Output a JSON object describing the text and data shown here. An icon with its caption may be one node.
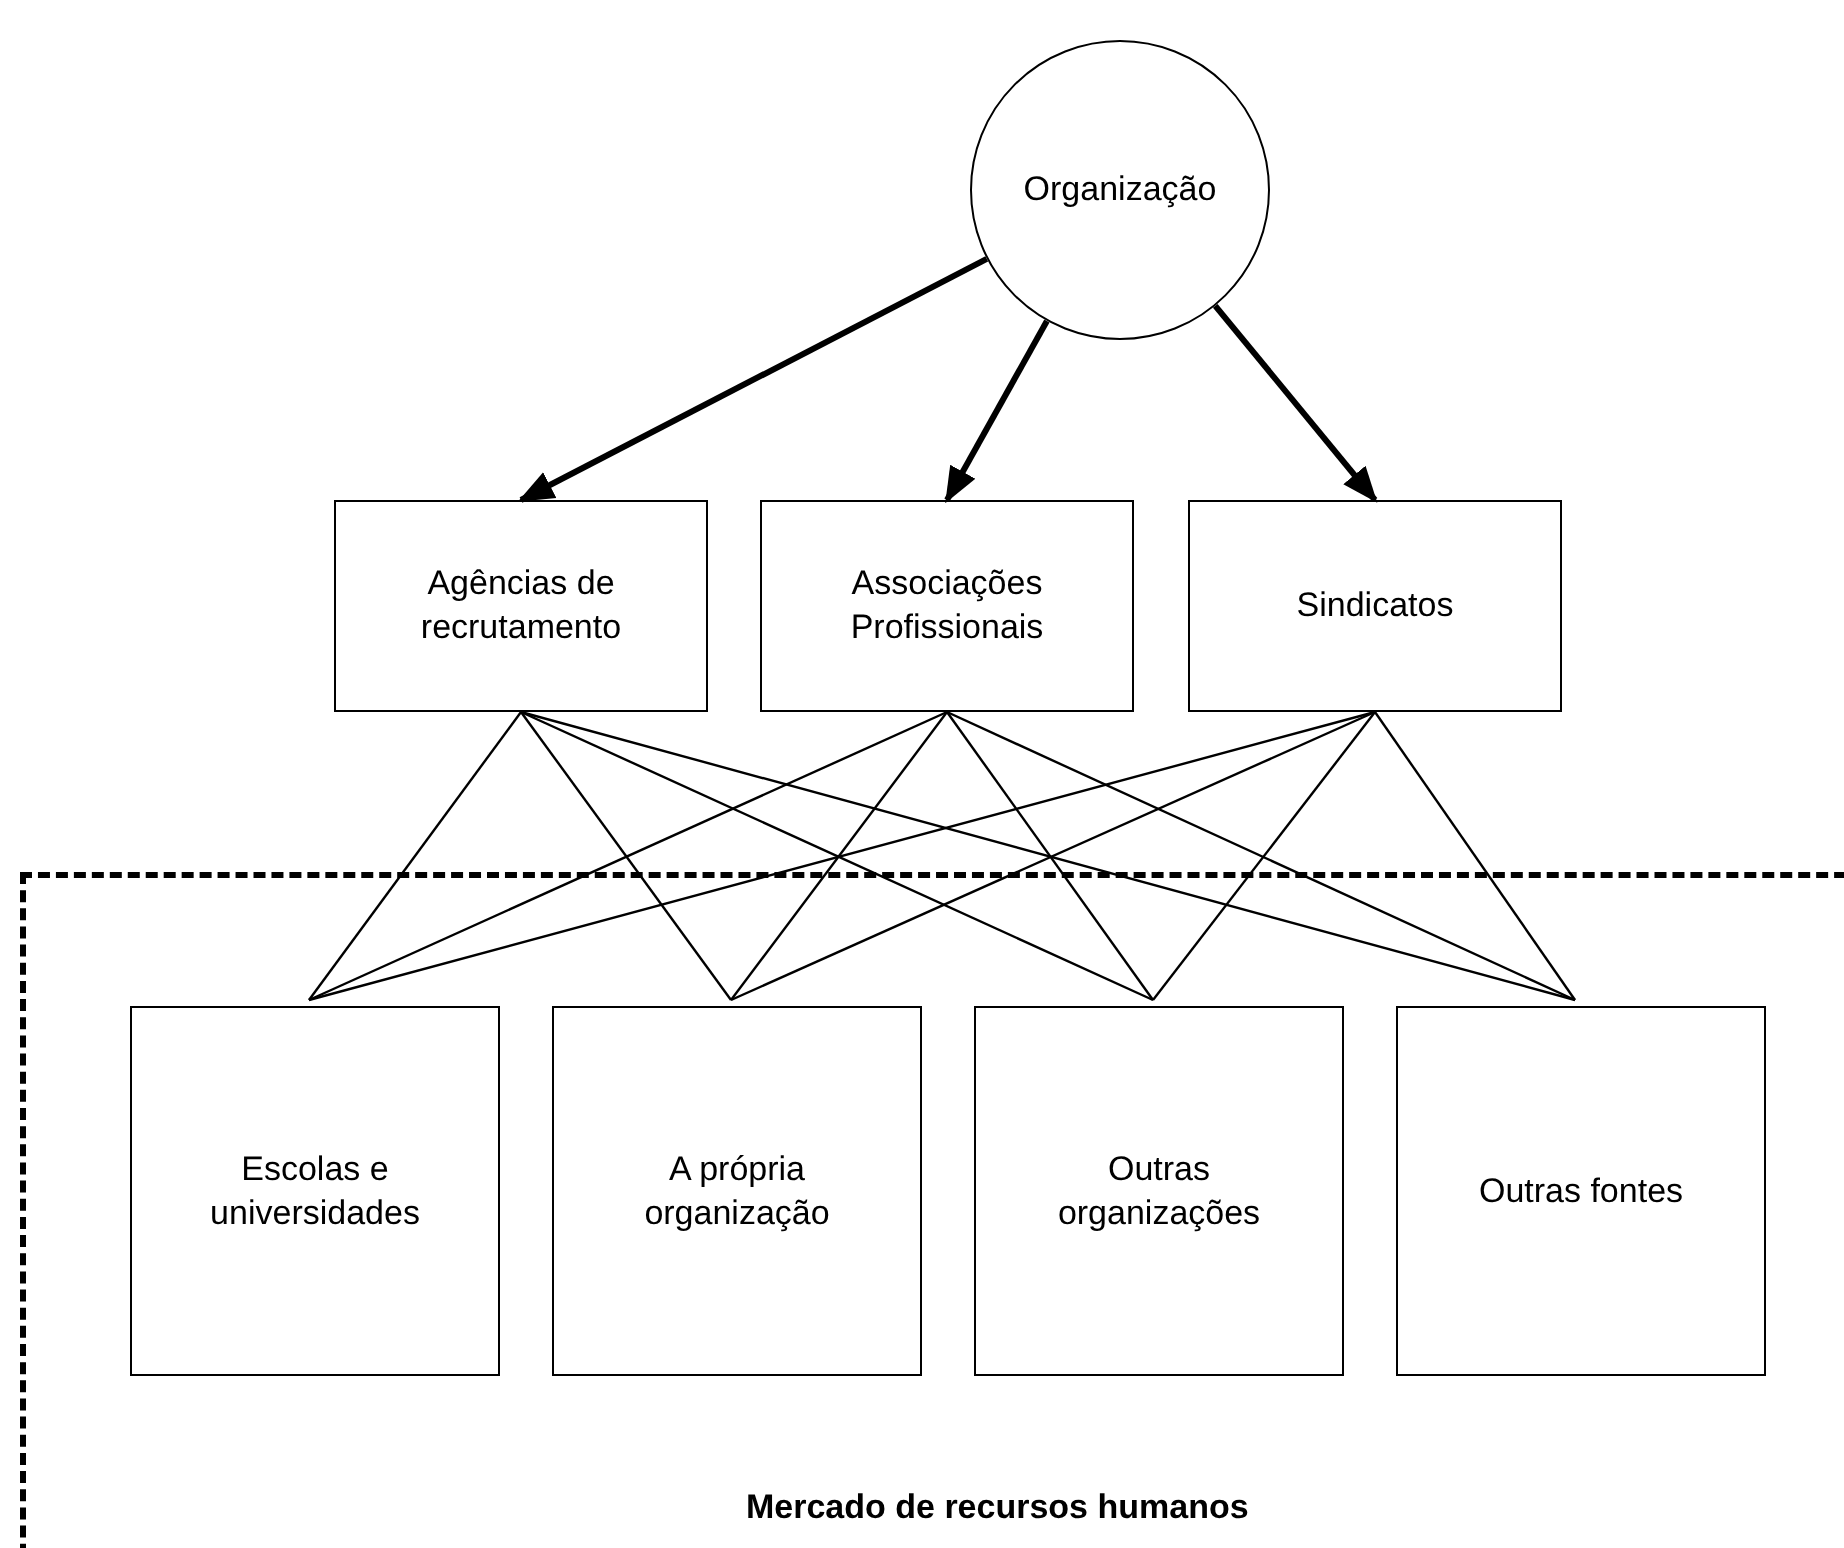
{
  "diagram": {
    "nodes": [
      {
        "text": [
          "Organização"
        ]
      },
      {
        "text": [
          "Agências de recrutamento"
        ]
      },
      {
        "text": [
          "Associações Profissionais"
        ]
      },
      {
        "text": [
          "Sindicatos"
        ]
      },
      {
        "text": [
          "Mercado de recursos humanos"
        ]
      },
      {
        "text": [
          "Escolas e universidades"
        ],
        "in": 4
      },
      {
        "text": [
          "A própria organização"
        ],
        "in": 4
      },
      {
        "text": [
          "Outras organizações"
        ],
        "in": 4
      },
      {
        "text": [
          "Outras fontes"
        ],
        "in": 4
      }
    ],
    "edges": [
      {
        "from": 0,
        "to": 1,
        "arrow": "to",
        "style": "thick"
      },
      {
        "from": 0,
        "to": 2,
        "arrow": "to",
        "style": "thick"
      },
      {
        "from": 0,
        "to": 3,
        "arrow": "to",
        "style": "thick"
      },
      {
        "from": 1,
        "to": 5,
        "arrow": "none"
      },
      {
        "from": 1,
        "to": 6,
        "arrow": "none"
      },
      {
        "from": 1,
        "to": 7,
        "arrow": "none"
      },
      {
        "from": 1,
        "to": 8,
        "arrow": "none"
      },
      {
        "from": 2,
        "to": 5,
        "arrow": "none"
      },
      {
        "from": 2,
        "to": 6,
        "arrow": "none"
      },
      {
        "from": 2,
        "to": 7,
        "arrow": "none"
      },
      {
        "from": 2,
        "to": 8,
        "arrow": "none"
      },
      {
        "from": 3,
        "to": 5,
        "arrow": "none"
      },
      {
        "from": 3,
        "to": 6,
        "arrow": "none"
      },
      {
        "from": 3,
        "to": 7,
        "arrow": "none"
      },
      {
        "from": 3,
        "to": 8,
        "arrow": "none"
      }
    ]
  }
}
